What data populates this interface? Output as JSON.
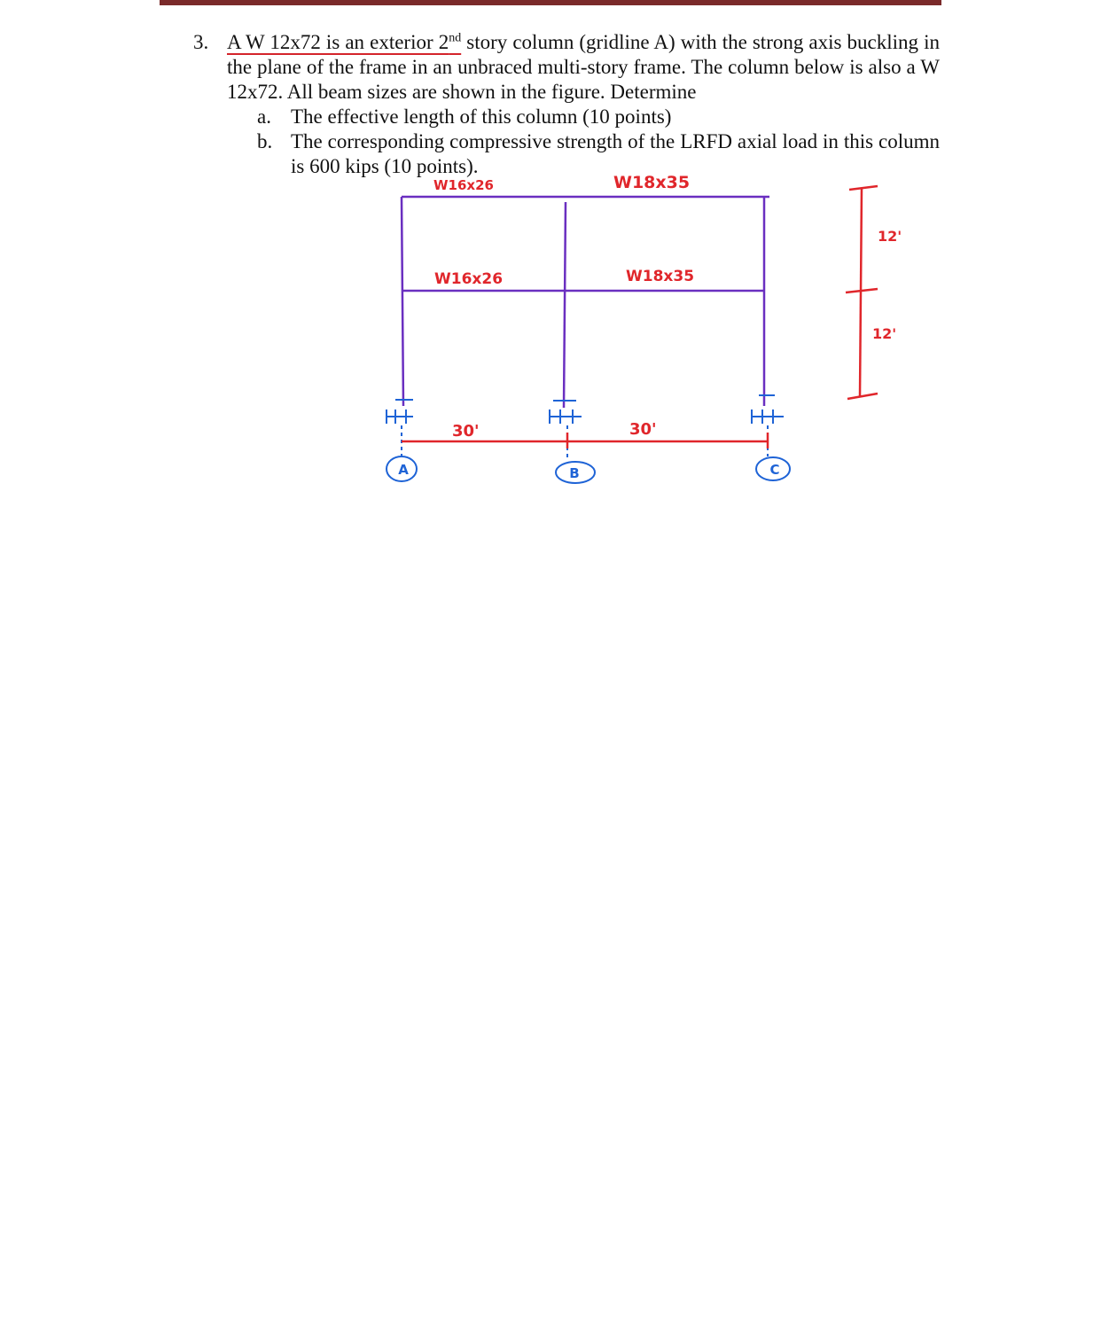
{
  "problem": {
    "number": "3.",
    "line1_pre": "A W 12x72 is an exterior 2",
    "line1_sup": "nd",
    "line1_post": " story column (gridline A) with the strong axis buckling in the plane of the frame in an unbraced multi-story frame. The column below is also a W 12x72. All beam sizes are shown in the figure. Determine",
    "items": [
      {
        "letter": "a.",
        "text": "The effective length of this column (10 points)"
      },
      {
        "letter": "b.",
        "text": "The corresponding compressive strength of the LRFD axial load in this column is 600 kips (10 points)."
      }
    ]
  },
  "figure": {
    "beam_labels": {
      "top_left": "W16x26",
      "top_right": "W18x35",
      "mid_left": "W16x26",
      "mid_right": "W18x35"
    },
    "span_labels": [
      "30'",
      "30'"
    ],
    "story_heights": [
      "12'",
      "12'"
    ],
    "gridlines": [
      "A",
      "B",
      "C"
    ],
    "colors": {
      "frame": "#6a2fc0",
      "annotation": "#e0262b",
      "gridline_bubble": "#1e63d6",
      "top_bar": "#7a2a2a"
    }
  }
}
